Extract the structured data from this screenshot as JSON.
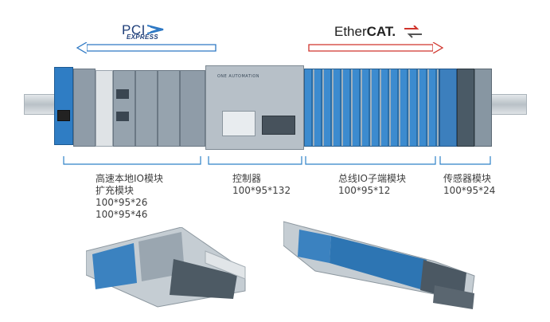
{
  "logos": {
    "pci_main": "PCI",
    "pci_sub": "EXPRESS",
    "ethercat_main": "Ether",
    "ethercat_bold": "CAT."
  },
  "colors": {
    "arrow_blue": "#2d78c4",
    "arrow_red": "#d0342c",
    "bracket_blue": "#2e82c8",
    "module_blue": "#2f7dc4",
    "module_gray": "#9aa7b2",
    "rail": "#c9cfd4"
  },
  "groups": [
    {
      "lines": [
        "高速本地IO模块",
        "扩充模块",
        "100*95*26",
        "100*95*46"
      ]
    },
    {
      "lines": [
        "控制器",
        "100*95*132"
      ]
    },
    {
      "lines": [
        "总线IO子端模块",
        "100*95*12"
      ]
    },
    {
      "lines": [
        "传感器模块",
        "100*95*24"
      ]
    }
  ],
  "controller_brand": "ONE AUTOMATION"
}
